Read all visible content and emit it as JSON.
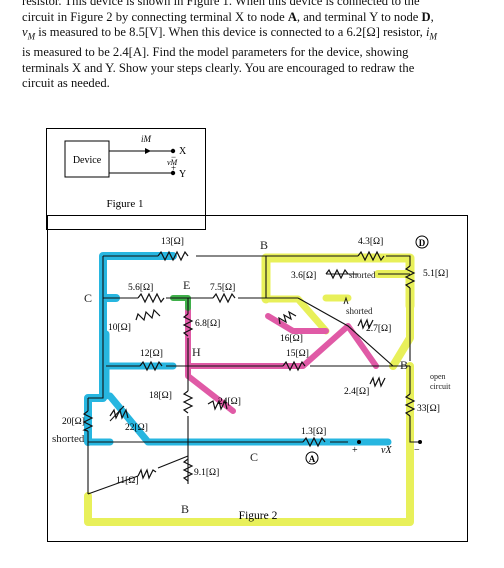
{
  "problem": {
    "cut_line": "resistor. This device is shown in Figure 1. When this device is connected to the",
    "lines": [
      "resistor. This device is shown in Figure 1. When this device is connected to the",
      "circuit in Figure 2 by connecting terminal X to node A, and terminal Y to node D,",
      "vM is measured to be 8.5[V]. When this device is connected to a 6.2[Ω] resistor, iM",
      "is measured to be 2.4[A]. Find the model parameters for the device, showing",
      "terminals X and Y. Show your steps clearly. You are encouraged to redraw the",
      "circuit as needed."
    ]
  },
  "figure1": {
    "caption": "Figure 1",
    "device_label": "Device",
    "current_label": "iM",
    "voltage_label": "vM",
    "terminal_x": "X",
    "terminal_y": "Y",
    "minus": "−",
    "plus": "+"
  },
  "figure2": {
    "caption": "Figure 2",
    "resistors": {
      "r13": "13[Ω]",
      "r4_3": "4.3[Ω]",
      "r5_6": "5.6[Ω]",
      "r7_5": "7.5[Ω]",
      "r3_6": "3.6[Ω]",
      "r5_1": "5.1[Ω]",
      "r6_8": "6.8[Ω]",
      "r10": "10[Ω]",
      "r16": "16[Ω]",
      "r2_7": "2.7[Ω]",
      "r12": "12[Ω]",
      "r15": "15[Ω]",
      "r20": "20[Ω]",
      "r18": "18[Ω]",
      "r24": "24[Ω]",
      "r2_4": "2.4[Ω]",
      "r33": "33[Ω]",
      "r22": "22[Ω]",
      "r1_3": "1.3[Ω]",
      "r11": "11[Ω]",
      "r9_1": "9.1[Ω]"
    },
    "nodes": {
      "A": "A",
      "D": "D"
    },
    "vx": "vX",
    "plus": "+",
    "minus": "−",
    "handwritten": {
      "B_top": "B",
      "C_left": "C",
      "E": "E",
      "H": "H",
      "B_right": "B",
      "C_bottom": "C",
      "B_bottom": "B",
      "shorted_top": "shorted",
      "shorted_mid": "shorted",
      "shorted_left": "shorted",
      "open_circuit_1": "open",
      "open_circuit_2": "circuit"
    },
    "colors": {
      "cyan": "#27b6e0",
      "yellow": "#e8f05a",
      "pink": "#e05aa6",
      "green": "#3fb04a"
    }
  }
}
